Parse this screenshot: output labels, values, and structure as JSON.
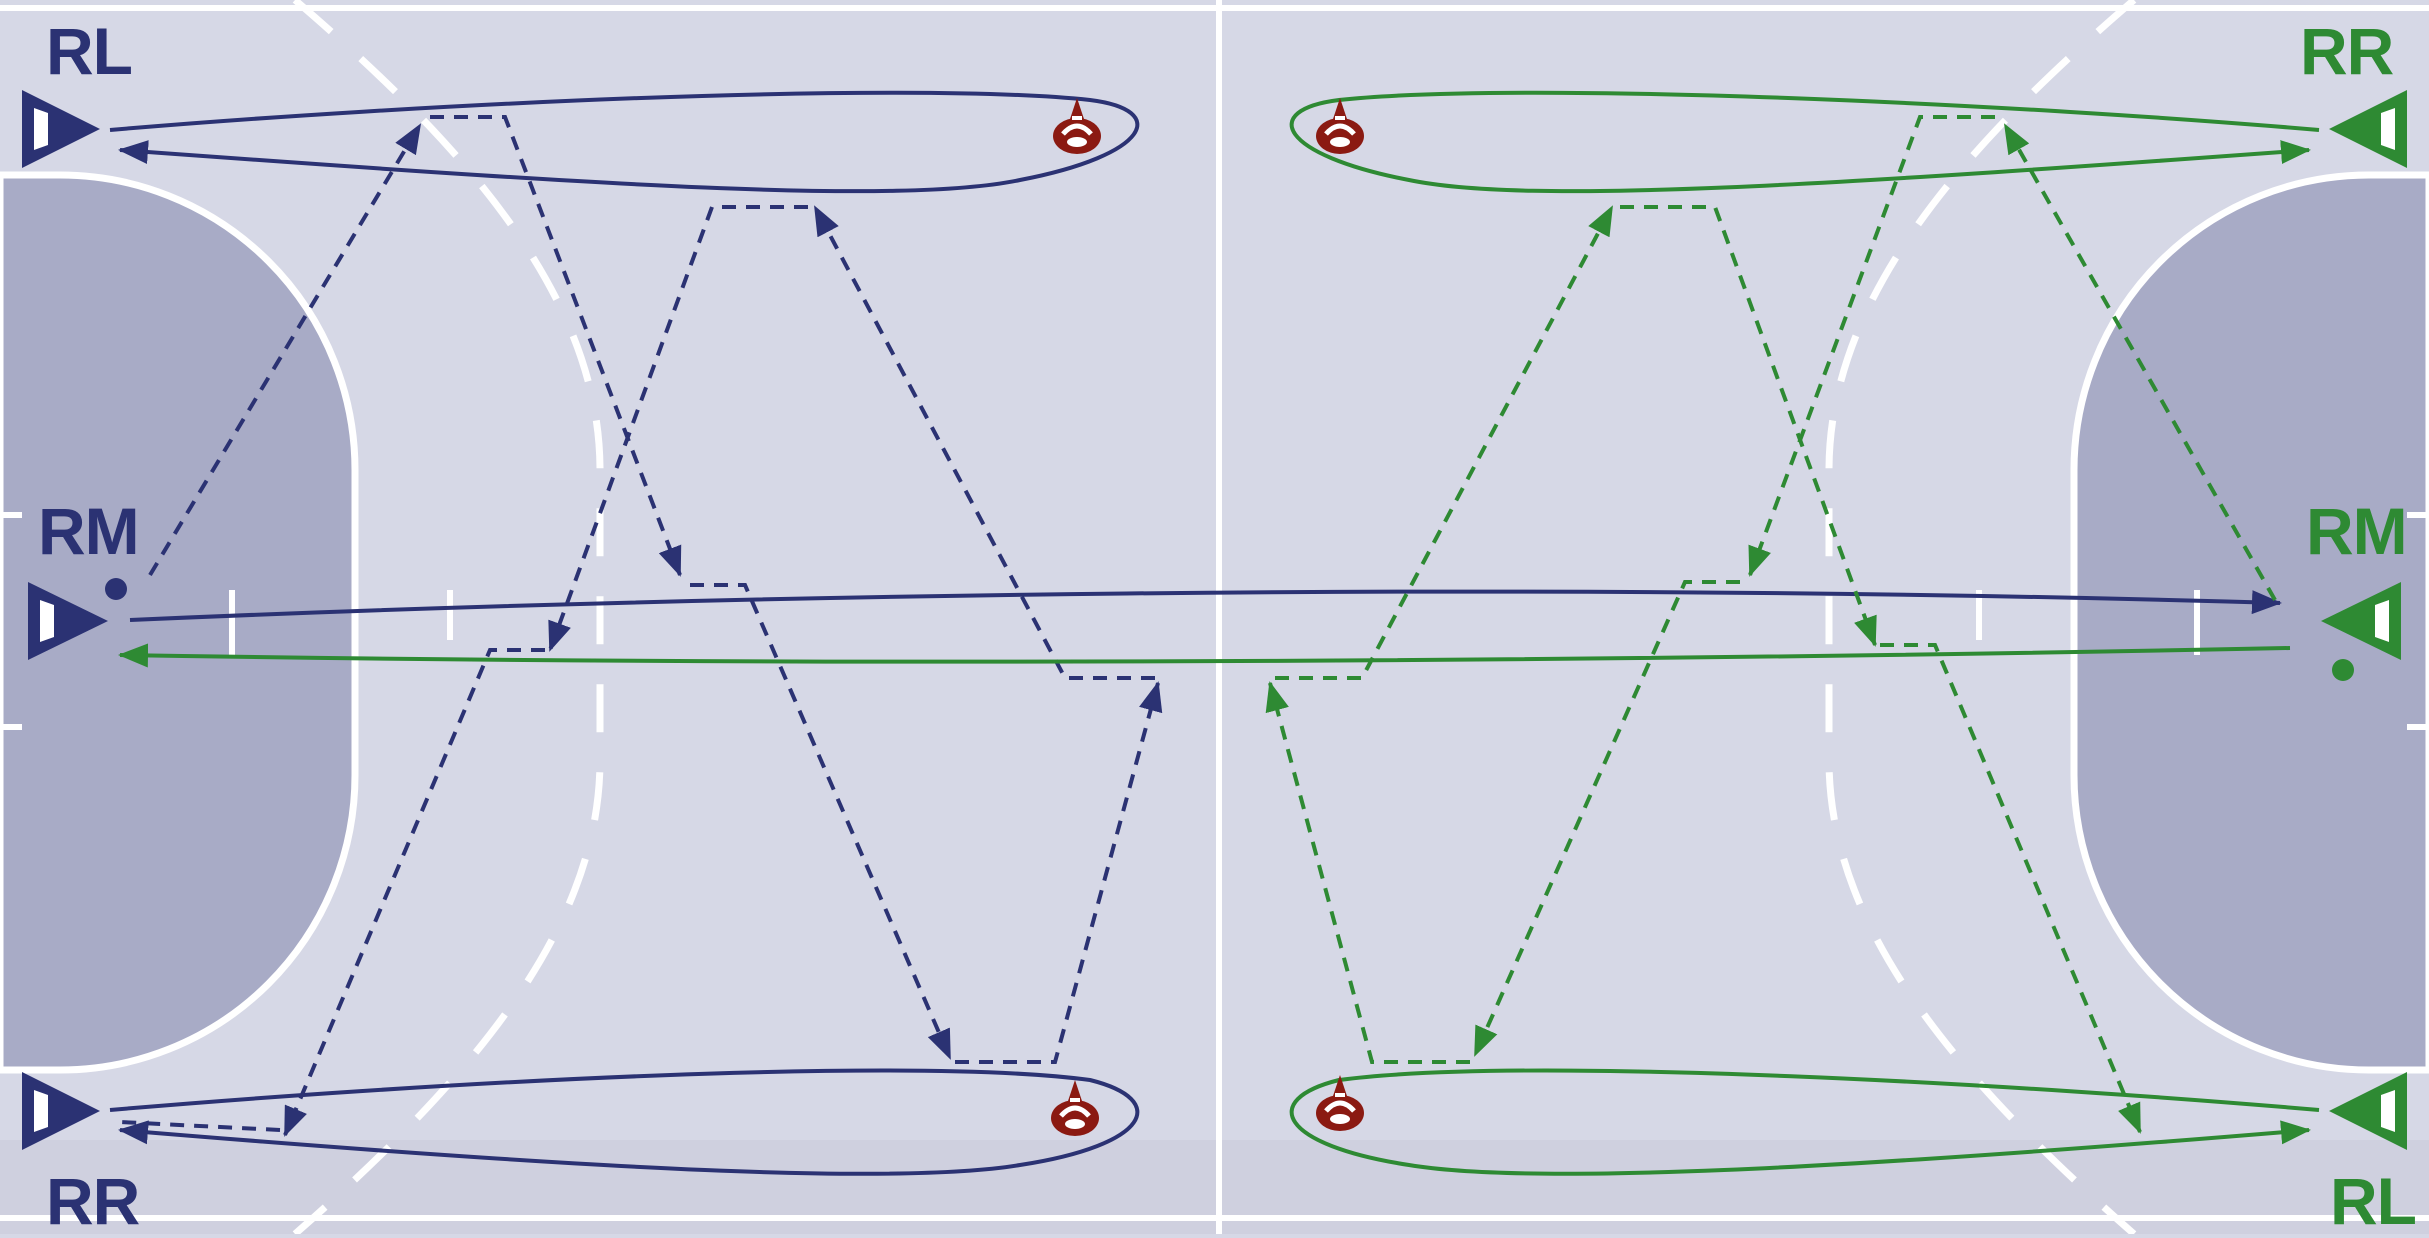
{
  "colors": {
    "court": "#d6d8e6",
    "goal_area": "#a8abc6",
    "court_lines": "#ffffff",
    "team_left": "#2b3273",
    "team_right": "#2e8a33",
    "cone": "#8b1a12"
  },
  "labels": {
    "left_top": "RL",
    "left_middle": "RM",
    "left_bottom": "RR",
    "right_top": "RR",
    "right_middle": "RM",
    "right_bottom": "RL"
  },
  "icons": {
    "player_marker": "triangle-marker-icon",
    "cone": "cone-icon",
    "ball": "ball-dot-icon"
  }
}
